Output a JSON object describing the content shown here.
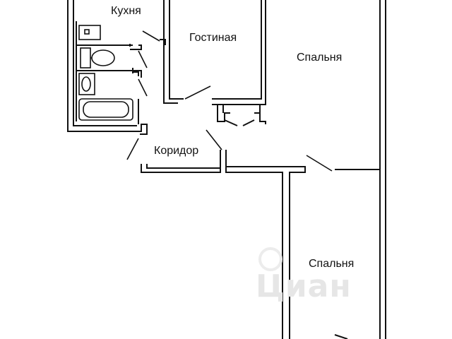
{
  "rooms": {
    "kitchen": "Кухня",
    "living_room": "Гостиная",
    "bedroom_1": "Спальня",
    "corridor": "Коридор",
    "bedroom_2": "Спальня"
  },
  "watermark": "Циан",
  "colors": {
    "background": "#ffffff",
    "walls": "#111111",
    "fill_gray": "#eeeeee",
    "watermark": "#e6e6e6"
  },
  "icons": [
    "toilet-icon",
    "sink-icon",
    "bathtub-icon",
    "kitchen-sink-icon"
  ]
}
